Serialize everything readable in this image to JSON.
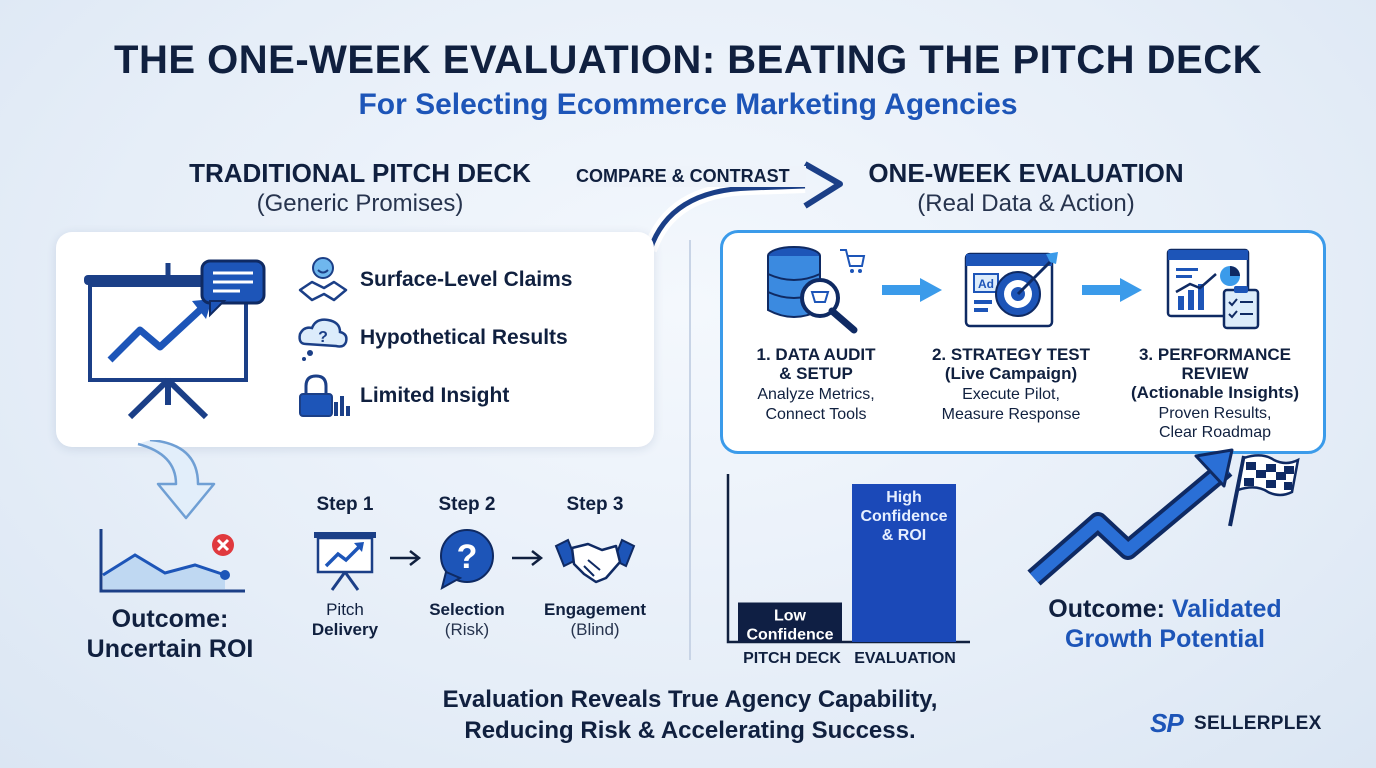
{
  "header": {
    "title": "THE ONE-WEEK EVALUATION: BEATING THE PITCH DECK",
    "subtitle": "For Selecting Ecommerce Marketing Agencies"
  },
  "compare_label": "COMPARE & CONTRAST",
  "traditional": {
    "heading": "TRADITIONAL PITCH DECK",
    "subheading": "(Generic Promises)",
    "claims": [
      {
        "label": "Surface-Level Claims",
        "icon": "handshake-smile-icon"
      },
      {
        "label": "Hypothetical Results",
        "icon": "question-cloud-icon"
      },
      {
        "label": "Limited Insight",
        "icon": "lock-chart-icon"
      }
    ],
    "steps": [
      {
        "title": "Step 1",
        "line1": "Pitch",
        "line2": "Delivery",
        "icon": "presentation-icon"
      },
      {
        "title": "Step 2",
        "line1": "Selection",
        "line2": "(Risk)",
        "icon": "question-bubble-icon"
      },
      {
        "title": "Step 3",
        "line1": "Engagement",
        "line2": "(Blind)",
        "icon": "handshake-icon"
      }
    ],
    "outcome_line1": "Outcome:",
    "outcome_line2": "Uncertain ROI"
  },
  "evaluation": {
    "heading": "ONE-WEEK EVALUATION",
    "subheading": "(Real Data & Action)",
    "steps": [
      {
        "title_line1": "1. DATA AUDIT",
        "title_line2": "& SETUP",
        "desc_line1": "Analyze Metrics,",
        "desc_line2": "Connect Tools",
        "icon": "database-search-icon"
      },
      {
        "title_line1": "2. STRATEGY TEST",
        "title_line2": "(Live Campaign)",
        "desc_line1": "Execute Pilot,",
        "desc_line2": "Measure Response",
        "icon": "ad-target-icon"
      },
      {
        "title_line1": "3. PERFORMANCE",
        "title_line2": "REVIEW",
        "title_line3": "(Actionable Insights)",
        "desc_line1": "Proven Results,",
        "desc_line2": "Clear Roadmap",
        "icon": "report-dashboard-icon"
      }
    ],
    "outcome_prefix": "Outcome:",
    "outcome_highlight_1": "Validated",
    "outcome_highlight_2": "Growth Potential"
  },
  "chart_data": {
    "type": "bar",
    "categories": [
      "PITCH DECK",
      "EVALUATION"
    ],
    "values": [
      1,
      4
    ],
    "bar_labels": [
      [
        "Low",
        "Confidence"
      ],
      [
        "High",
        "Confidence",
        "& ROI"
      ]
    ],
    "colors": [
      "#0f1f44",
      "#1b49b8"
    ]
  },
  "footer": {
    "line1": "Evaluation Reveals True Agency Capability,",
    "line2": "Reducing Risk & Accelerating Success."
  },
  "brand": {
    "mark": "SP",
    "name": "SELLERPLEX"
  },
  "colors": {
    "navy": "#10203f",
    "accent_blue": "#1d55b8",
    "light_blue": "#3b9bea",
    "error_red": "#e0393e"
  }
}
